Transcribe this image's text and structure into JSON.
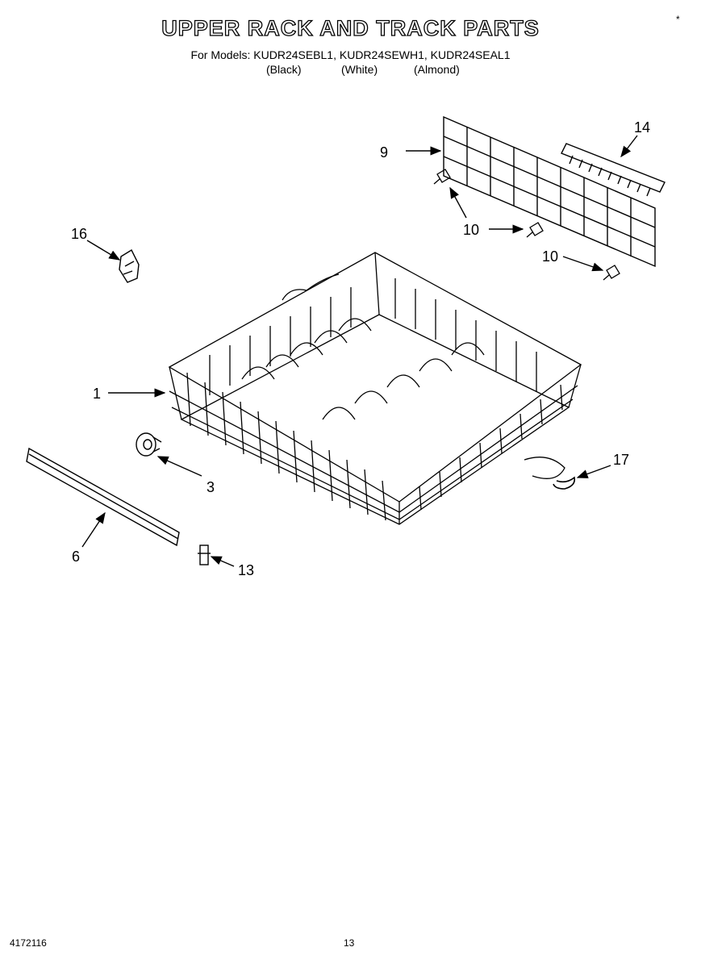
{
  "header": {
    "title": "UPPER RACK AND TRACK PARTS",
    "models_line": "For Models: KUDR24SEBL1, KUDR24SEWH1, KUDR24SEAL1",
    "color_black": "(Black)",
    "color_white": "(White)",
    "color_almond": "(Almond)"
  },
  "callouts": {
    "c1": "1",
    "c3": "3",
    "c6": "6",
    "c9": "9",
    "c10a": "10",
    "c10b": "10",
    "c13": "13",
    "c14": "14",
    "c16": "16",
    "c17": "17"
  },
  "footer": {
    "doc_number": "4172116",
    "page_number": "13"
  }
}
